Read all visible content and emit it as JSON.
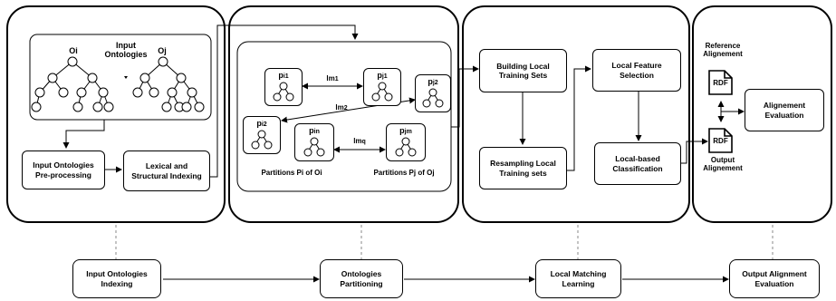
{
  "phases": [
    {
      "label_line1": "Input Ontologies",
      "label_line2": "Indexing"
    },
    {
      "label_line1": "Ontologies",
      "label_line2": "Partitioning"
    },
    {
      "label_line1": "Local Matching",
      "label_line2": "Learning"
    },
    {
      "label_line1": "Output Alignment",
      "label_line2": "Evaluation"
    }
  ],
  "indexing": {
    "oi": "Oi",
    "oj": "Oj",
    "input_line1": "Input",
    "input_line2": "Ontologies",
    "preprocessing_line1": "Input Ontologies",
    "preprocessing_line2": "Pre-processing",
    "lexical_line1": "Lexical and",
    "lexical_line2": "Structural Indexing"
  },
  "partitioning": {
    "p_i1": {
      "base": "p",
      "sub": "i1"
    },
    "p_j1": {
      "base": "p",
      "sub": "j1"
    },
    "p_j2": {
      "base": "p",
      "sub": "j2"
    },
    "p_i2": {
      "base": "p",
      "sub": "i2"
    },
    "p_in": {
      "base": "p",
      "sub": "in"
    },
    "p_jm": {
      "base": "p",
      "sub": "jm"
    },
    "lm1": {
      "base": "lm",
      "sub": "1"
    },
    "lm2": {
      "base": "lm",
      "sub": "2"
    },
    "lmq": {
      "base": "lm",
      "sub": "q"
    },
    "partitions_oi": "Partitions Pi of Oi",
    "partitions_oj": "Partitions Pj of Oj"
  },
  "learning": {
    "building_line1": "Building Local",
    "building_line2": "Training Sets",
    "resampling_line1": "Resampling Local",
    "resampling_line2": "Training sets",
    "feature_line1": "Local Feature",
    "feature_line2": "Selection",
    "classification_line1": "Local-based",
    "classification_line2": "Classification"
  },
  "evaluation": {
    "reference_line1": "Reference",
    "reference_line2": "Alignement",
    "rdf_top": "RDF",
    "rdf_bottom": "RDF",
    "alignment_eval_line1": "Alignement",
    "alignment_eval_line2": "Evaluation",
    "output_line1": "Output",
    "output_line2": "Alignement"
  }
}
